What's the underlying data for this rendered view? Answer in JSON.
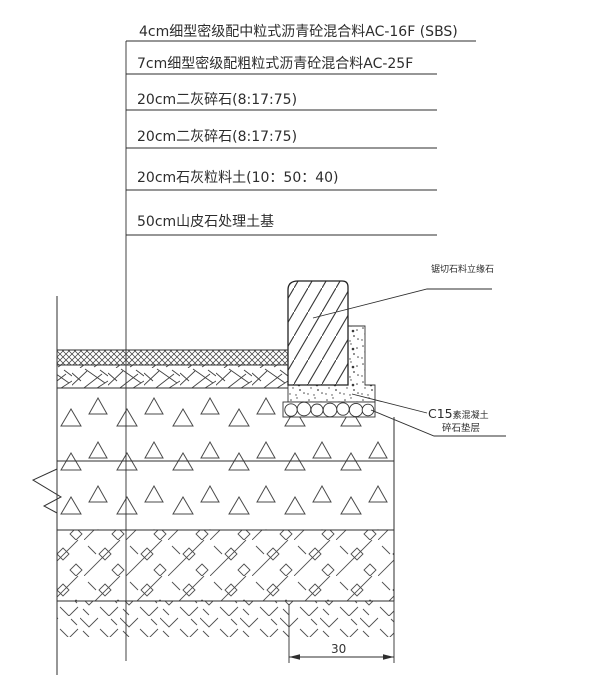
{
  "drawing": {
    "layer_labels": [
      "4cm细型密级配中粒式沥青砼混合料AC-16F (SBS)",
      "7cm细型密级配粗粒式沥青砼混合料AC-25F",
      "20cm二灰碎石(8:17:75)",
      "20cm二灰碎石(8:17:75)",
      "20cm石灰粒料土(10：50：40)",
      "50cm山皮石处理土基"
    ],
    "annotations": {
      "curb": "锯切石料立缘石",
      "concrete_grade": "C15",
      "concrete_material": "素混凝土",
      "bedding": "碎石垫层"
    },
    "dimension_width": "30"
  },
  "colors": {
    "line": "#2e2e2e",
    "background": "#ffffff",
    "text": "#2d2d2d"
  }
}
